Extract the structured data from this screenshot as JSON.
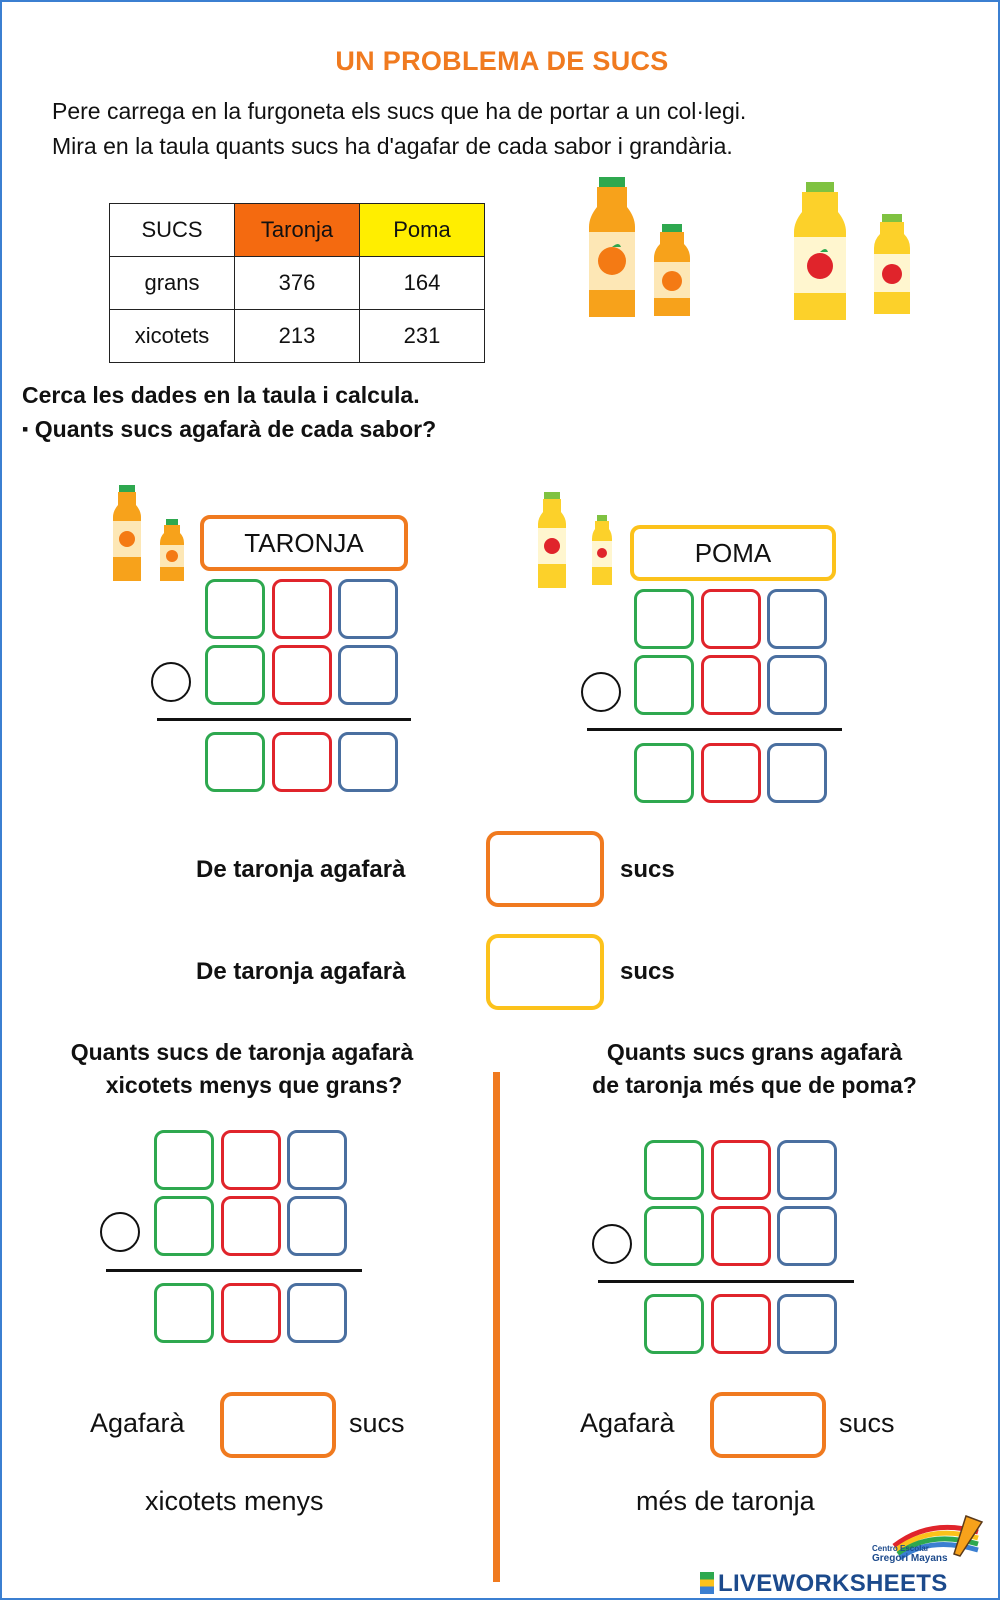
{
  "title": "UN PROBLEMA DE SUCS",
  "intro": {
    "line1": "Pere carrega en la furgoneta els sucs que ha de portar a un col·legi.",
    "line2": "Mira en la taula quants sucs ha d'agafar de cada sabor i grandària."
  },
  "table": {
    "header": [
      "SUCS",
      "Taronja",
      "Poma"
    ],
    "rows": [
      {
        "label": "grans",
        "taronja": "376",
        "poma": "164"
      },
      {
        "label": "xicotets",
        "taronja": "213",
        "poma": "231"
      }
    ]
  },
  "instructions": {
    "line1": "Cerca les dades en la taula i calcula.",
    "line2": "Quants sucs agafarà  de cada sabor?",
    "bullet": "▪"
  },
  "flavors": {
    "orange_label": "TARONJA",
    "apple_label": "POMA"
  },
  "answers": {
    "line1_label": "De taronja agafarà",
    "line2_label": "De taronja agafarà",
    "unit": "sucs"
  },
  "question_left": {
    "line1": "Quants sucs de taronja agafarà",
    "line2": "xicotets menys que grans?",
    "answer_prefix": "Agafarà",
    "answer_unit": "sucs",
    "answer_suffix": "xicotets menys"
  },
  "question_right": {
    "line1": "Quants sucs grans agafarà",
    "line2": "de taronja més que de poma?",
    "answer_prefix": "Agafarà",
    "answer_unit": "sucs",
    "answer_suffix": "més de taronja"
  },
  "footer": {
    "brand": "LIVEWORKSHEETS",
    "school_line1": "Centro Escolar",
    "school_line2": "Gregori Mayans"
  },
  "colors": {
    "orange": "#f07a1f",
    "yellow": "#fcc21b",
    "green": "#2ea84f",
    "red": "#e0242b",
    "blue": "#4a6fa0"
  }
}
